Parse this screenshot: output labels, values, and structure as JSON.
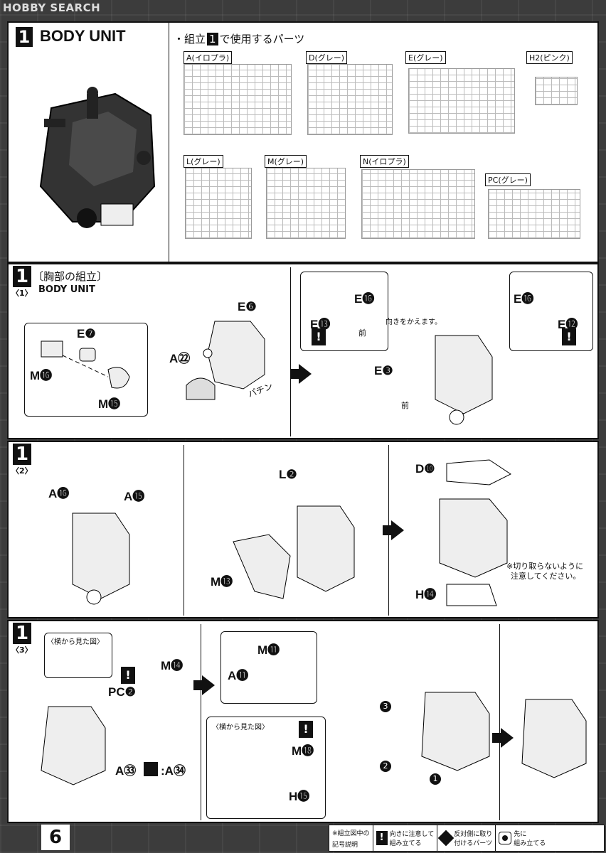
{
  "watermark": "HOBBY SEARCH",
  "section": {
    "number": "1",
    "title": "BODY UNIT"
  },
  "parts_header": "・組立",
  "parts_header_num": "1",
  "parts_header_suffix": "で使用するパーツ",
  "runners": [
    {
      "label": "A(イロプラ)"
    },
    {
      "label": "D(グレー)"
    },
    {
      "label": "E(グレー)"
    },
    {
      "label": "H2(ピンク)"
    },
    {
      "label": "L(グレー)"
    },
    {
      "label": "M(グレー)"
    },
    {
      "label": "N(イロプラ)"
    },
    {
      "label": "PC(グレー)"
    }
  ],
  "step1": {
    "num": "1",
    "sub": "〈1〉",
    "title": "〔胸部の組立〕",
    "subtitle": "BODY UNIT",
    "labels": {
      "e7": "E❼",
      "m16": "M⓰",
      "m15": "M⓯",
      "e6": "E❻",
      "a22": "A㉒",
      "pachin": "パチン",
      "e16_left": "E⓰",
      "e13": "E⓭",
      "turn": "向きをかえます。",
      "front1": "前",
      "e3": "E❸",
      "front2": "前",
      "e16_right": "E⓰",
      "e12": "E⓬"
    }
  },
  "step2": {
    "num": "1",
    "sub": "〈2〉",
    "labels": {
      "a16": "A⓰",
      "a15": "A⓯",
      "l2": "L❷",
      "m13": "M⓭",
      "d10": "D❿",
      "h14": "H⓮",
      "note1": "※切り取らないように",
      "note2": "注意してください。"
    }
  },
  "step3": {
    "num": "1",
    "sub": "〈3〉",
    "labels": {
      "side_view": "〈横から見た図〉",
      "m14": "M⓮",
      "pc2": "PC❷",
      "a33": "A㉝",
      "colon_a34": ":A㉞",
      "m11": "M⓫",
      "a11": "A⓫",
      "side_view2": "〈横から見た図〉",
      "m18": "M⓲",
      "h15": "H⓯",
      "n3": "3",
      "n2": "2",
      "n1": "1"
    }
  },
  "page_number": "6",
  "legend": {
    "title_line1": "※組立図中の",
    "title_line2": "記号説明",
    "item1_line1": "向きに注意して",
    "item1_line2": "組み立てる",
    "item2_line1": "反対側に取り",
    "item2_line2": "付けるパーツ",
    "item3_line1": "先に",
    "item3_line2": "組み立てる"
  },
  "warning_mark": "!"
}
